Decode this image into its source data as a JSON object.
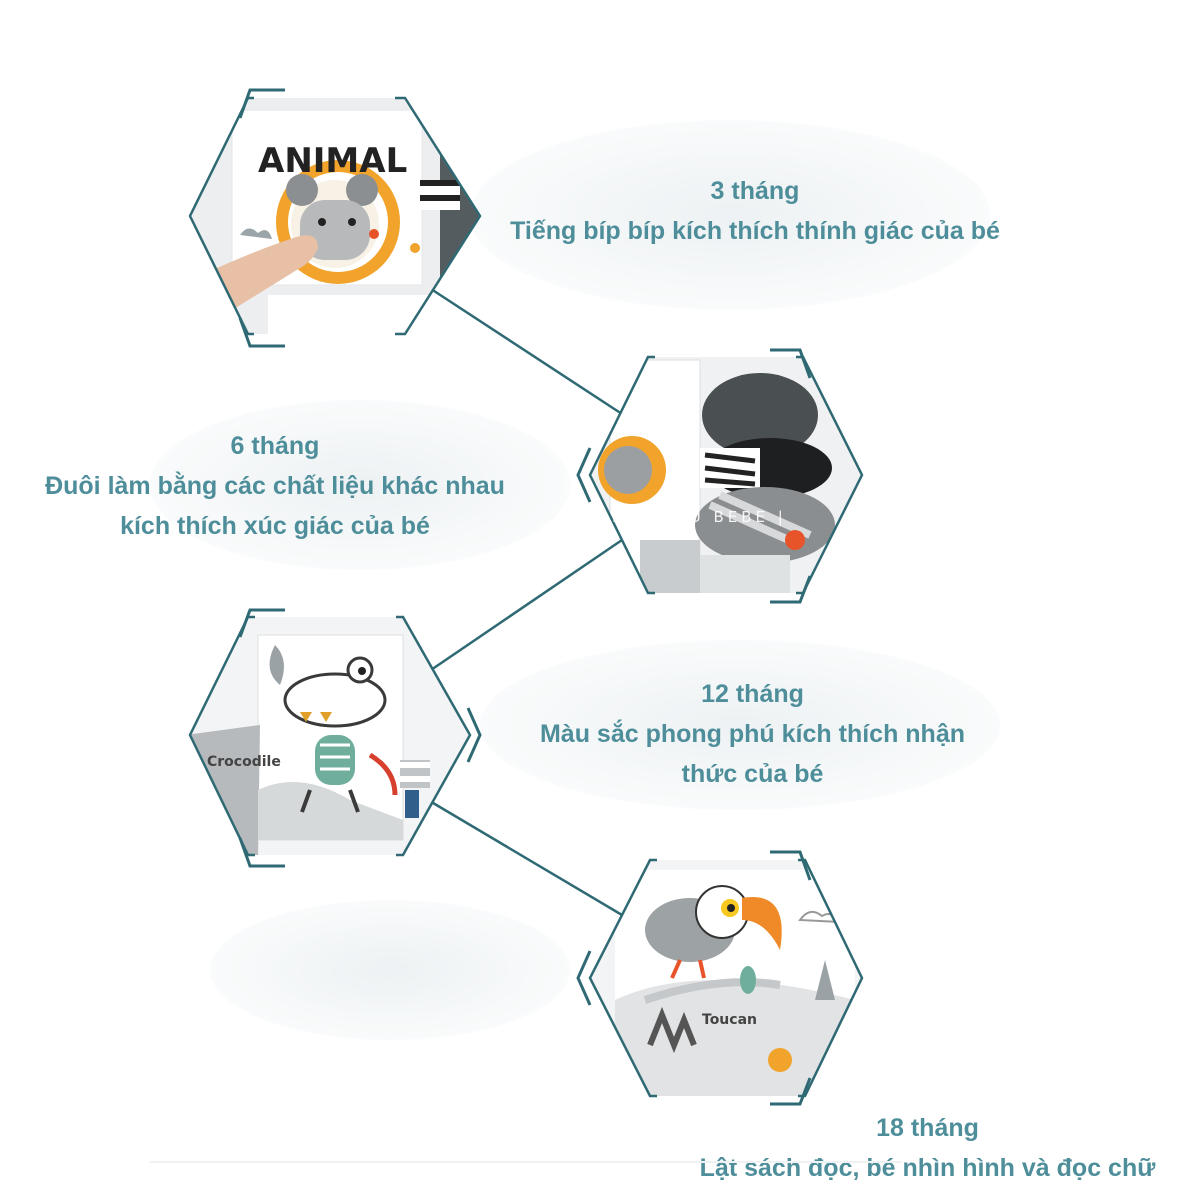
{
  "colors": {
    "accent": "#4e8e9a",
    "connector": "#2f6a74",
    "hex_border": "#2f6a74",
    "card_bg": "#f2f3f4"
  },
  "watermark": "DOUDOU BEBE |",
  "milestones": [
    {
      "age": "3 tháng",
      "lines": [
        "Tiếng bíp bíp kích thích thính giác của bé"
      ],
      "image_label": "ANIMAL",
      "icon": "lion-face-icon"
    },
    {
      "age": "6 tháng",
      "lines": [
        "Đuôi làm bằng các chất liệu khác nhau",
        "kích thích xúc giác của bé"
      ],
      "image_label": "",
      "icon": "zebra-tail-icon"
    },
    {
      "age": "12 tháng",
      "lines": [
        "Màu sắc phong phú kích thích nhận",
        "thức của bé"
      ],
      "image_label": "Crocodile",
      "icon": "crocodile-icon"
    },
    {
      "age": "18 tháng",
      "lines": [
        "Lật sách đọc, bé nhìn hình và đọc chữ"
      ],
      "image_label": "Toucan",
      "icon": "toucan-icon"
    }
  ]
}
